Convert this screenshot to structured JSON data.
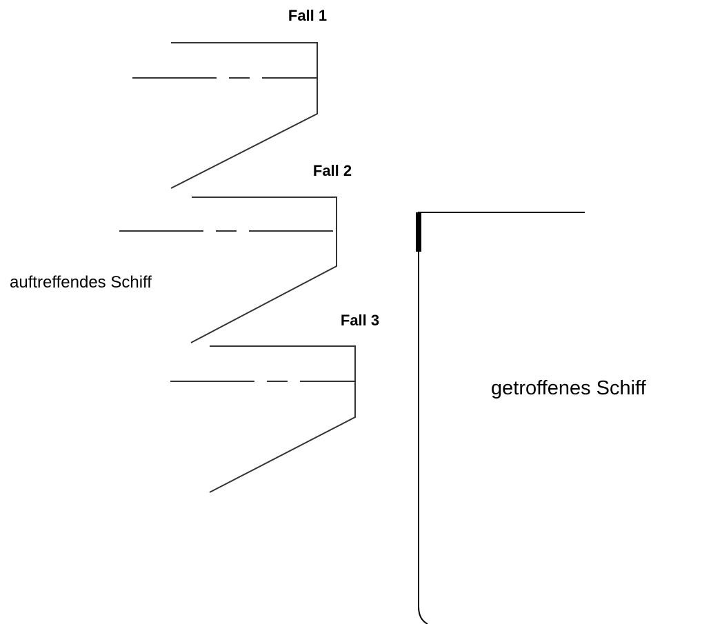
{
  "cases": [
    {
      "label": "Fall 1"
    },
    {
      "label": "Fall 2"
    },
    {
      "label": "Fall 3"
    }
  ],
  "striking_ship_label": "auftreffendes Schiff",
  "struck_ship_label": "getroffenes Schiff"
}
